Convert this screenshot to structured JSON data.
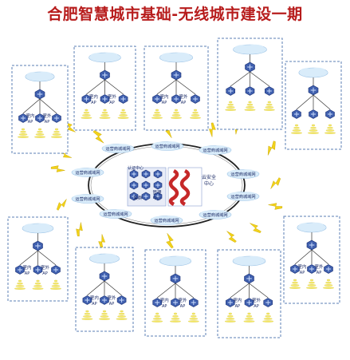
{
  "title": "合肥智慧城市基础-无线城市建设一期",
  "colors": {
    "title": "#b71c1c",
    "box_border": "#5b7fb5",
    "router": "#3f5fae",
    "cloud": "#d9ecfa",
    "lightning": "#f2d21b",
    "signal": "#f4e86a",
    "ring": "#222222"
  },
  "ap_labels": {
    "indoor": "室内AP",
    "outdoor": "室外AP"
  },
  "ring_node_label": "运营商城域网",
  "center": {
    "left_block": "认证中心",
    "left_block_small": "集群",
    "mid_block": "管理中心",
    "right_block": "云安全",
    "right_block_small": "中心"
  },
  "sites": [
    {
      "id": "s1",
      "labeled": true
    },
    {
      "id": "s2",
      "labeled": true
    },
    {
      "id": "s3",
      "labeled": true
    },
    {
      "id": "s4",
      "labeled": false
    },
    {
      "id": "s5",
      "labeled": false
    },
    {
      "id": "s6",
      "labeled": true
    },
    {
      "id": "s7",
      "labeled": true
    },
    {
      "id": "s8",
      "labeled": true
    },
    {
      "id": "s9",
      "labeled": true
    },
    {
      "id": "s10",
      "labeled": true
    },
    {
      "id": "s11",
      "labeled": true
    }
  ]
}
